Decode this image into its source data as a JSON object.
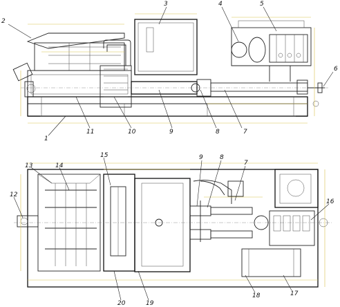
{
  "drawing": {
    "top_view_callouts": [
      {
        "id": "callout-1",
        "text": "1"
      },
      {
        "id": "callout-2",
        "text": "2"
      },
      {
        "id": "callout-3",
        "text": "3"
      },
      {
        "id": "callout-4",
        "text": "4"
      },
      {
        "id": "callout-5",
        "text": "5"
      },
      {
        "id": "callout-6",
        "text": "6"
      },
      {
        "id": "callout-7",
        "text": "7"
      },
      {
        "id": "callout-8",
        "text": "8"
      },
      {
        "id": "callout-9",
        "text": "9"
      },
      {
        "id": "callout-10",
        "text": "10"
      },
      {
        "id": "callout-11",
        "text": "11"
      }
    ],
    "plan_view_callouts": [
      {
        "id": "callout-7b",
        "text": "7"
      },
      {
        "id": "callout-8b",
        "text": "8"
      },
      {
        "id": "callout-9b",
        "text": "9"
      },
      {
        "id": "callout-12",
        "text": "12"
      },
      {
        "id": "callout-13",
        "text": "13"
      },
      {
        "id": "callout-14",
        "text": "14"
      },
      {
        "id": "callout-15",
        "text": "15"
      },
      {
        "id": "callout-16",
        "text": "16"
      },
      {
        "id": "callout-17",
        "text": "17"
      },
      {
        "id": "callout-18",
        "text": "18"
      },
      {
        "id": "callout-19",
        "text": "19"
      },
      {
        "id": "callout-20",
        "text": "20"
      }
    ]
  },
  "colors": {
    "line": "#222222",
    "dimension": "#d8c24a",
    "background": "#ffffff"
  }
}
